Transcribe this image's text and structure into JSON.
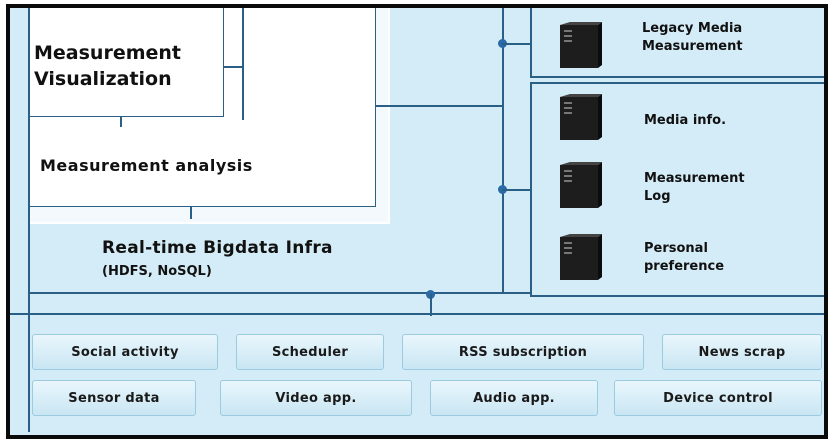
{
  "diagram": {
    "visualization_label": "Measurement\nVisualization",
    "analysis_label": "Measurement analysis",
    "infra_title": "Real-time Bigdata Infra",
    "infra_subtitle": "(HDFS, NoSQL)",
    "legacy_label": "Legacy Media\nMeasurement",
    "db_items": [
      {
        "label": "Media info.",
        "icon": "server-icon"
      },
      {
        "label": "Measurement\nLog",
        "icon": "server-icon"
      },
      {
        "label": "Personal\npreference",
        "icon": "server-icon"
      }
    ],
    "sources_row1": [
      "Social activity",
      "Scheduler",
      "RSS subscription",
      "News scrap"
    ],
    "sources_row2": [
      "Sensor data",
      "Video app.",
      "Audio app.",
      "Device control"
    ]
  }
}
